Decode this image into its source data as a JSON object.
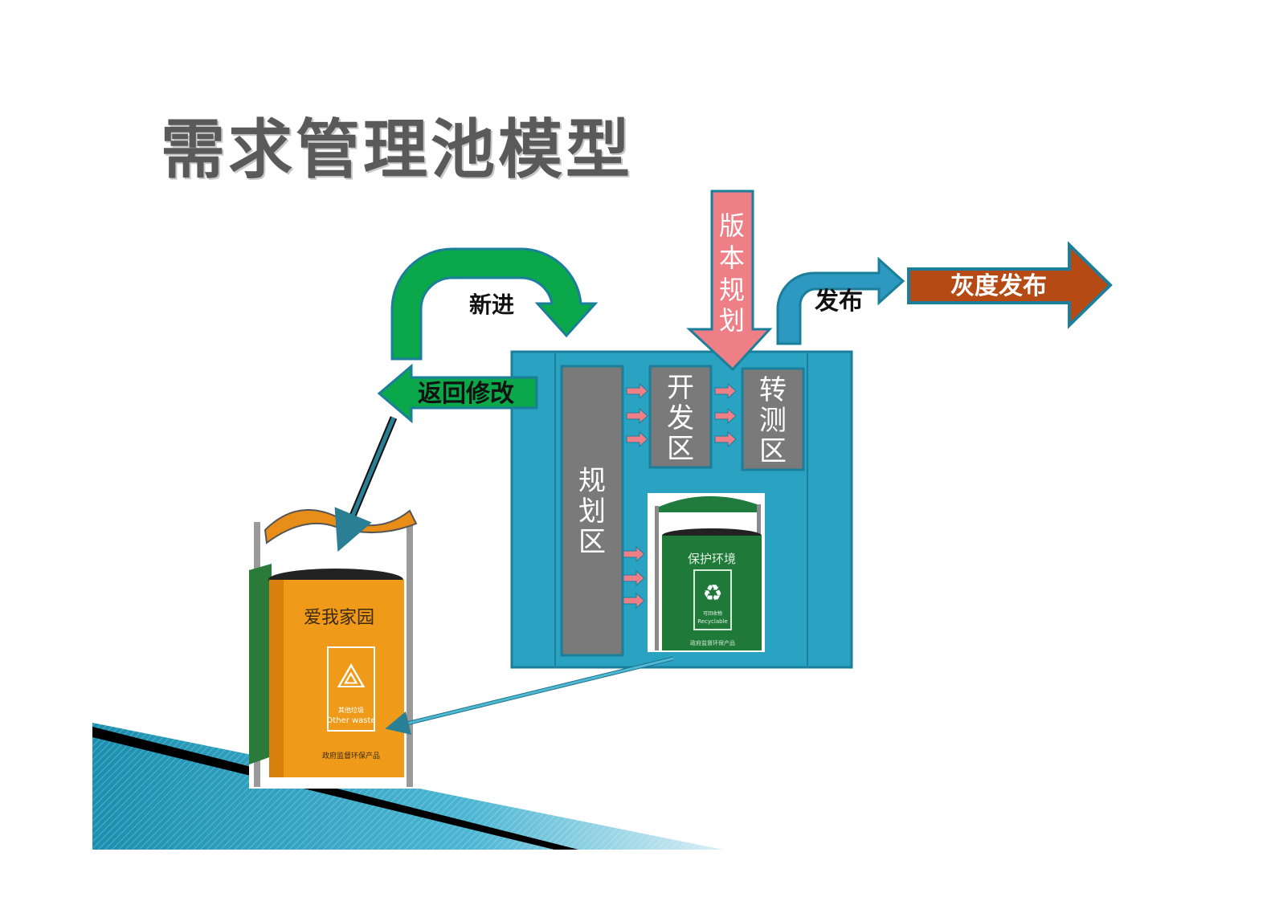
{
  "title": "需求管理池模型",
  "labels": {
    "new_in": "新进",
    "return_modify": "返回修改",
    "version_planning": [
      "版",
      "本",
      "规",
      "划"
    ],
    "release": "发布",
    "gray_release": "灰度发布",
    "planning_zone": [
      "规",
      "划",
      "区"
    ],
    "dev_zone": [
      "开",
      "发",
      "区"
    ],
    "test_zone": [
      "转",
      "测",
      "区"
    ]
  },
  "bins": {
    "orange": {
      "slogan": "爱我家园",
      "category_cn": "其他垃圾",
      "category_en": "Other waste",
      "footer": "政府监督环保产品"
    },
    "green": {
      "slogan": "保护环境",
      "category_cn": "可回收物",
      "category_en": "Recyclable",
      "footer": "政府监督环保产品"
    }
  },
  "colors": {
    "pool_blue": "#2aa3c3",
    "pool_border": "#1b7e9a",
    "zone_gray": "#7a7a7a",
    "arrow_green": "#0aa84a",
    "arrow_pink": "#ee7f86",
    "arrow_red_brown": "#b64a14",
    "arrow_blue": "#2d98c0"
  }
}
